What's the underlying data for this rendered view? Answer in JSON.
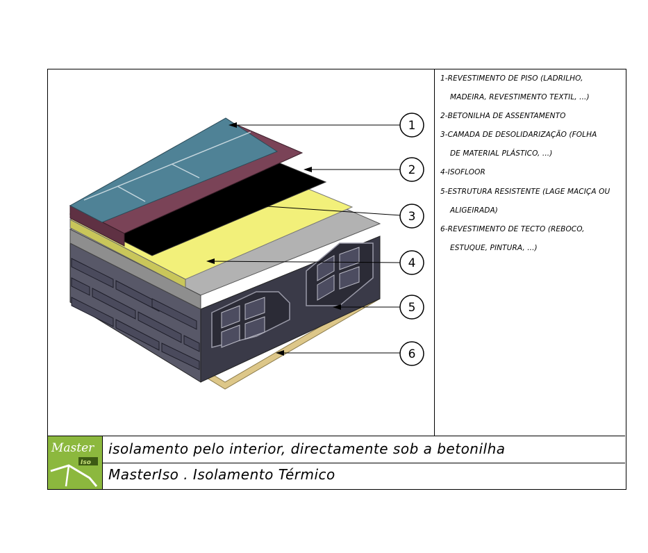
{
  "legend": {
    "lines": [
      "1-REVESTIMENTO DE PISO (LADRILHO,",
      "MADEIRA, REVESTIMENTO TEXTIL, ...)",
      "2-BETONILHA DE ASSENTAMENTO",
      "3-CAMADA DE DESOLIDARIZAÇÃO (FOLHA",
      "DE MATERIAL PLÁSTICO, ...)",
      "4-ISOFLOOR",
      "5-ESTRUTURA RESISTENTE (LAGE MACIÇA OU",
      "ALIGEIRADA)",
      "6-REVESTIMENTO DE TECTO (REBOCO,",
      "ESTUQUE, PINTURA, ...)"
    ]
  },
  "callouts": [
    "1",
    "2",
    "3",
    "4",
    "5",
    "6"
  ],
  "title_block": {
    "subtitle": "isolamento pelo interior, directamente sob a betonilha",
    "title": "MasterIso . Isolamento Térmico",
    "logo_text": "Master",
    "logo_subtext": "Iso"
  },
  "colors": {
    "tile": "#4f8296",
    "screed": "#7a4357",
    "membrane": "#000000",
    "insulation": "#f2f07a",
    "slab": "#a9a9a9",
    "brick": "#454556",
    "plaster": "#ddc789",
    "logo_green": "#8cb83e"
  }
}
